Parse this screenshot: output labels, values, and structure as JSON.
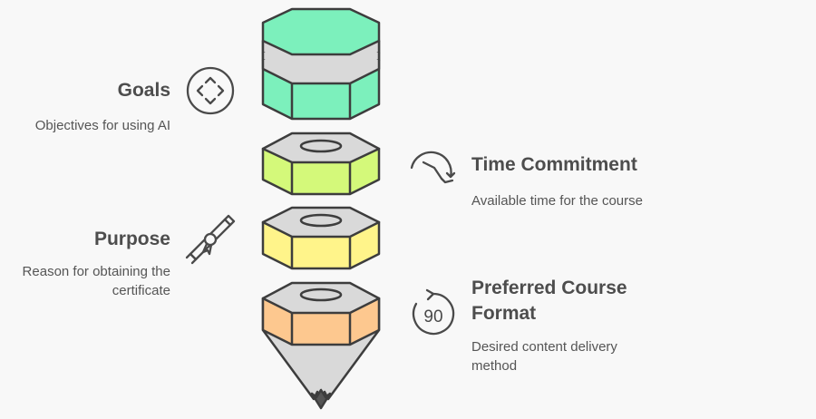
{
  "items": [
    {
      "id": "goals",
      "title": "Goals",
      "description": "Objectives for using AI",
      "icon": "target-dial-icon",
      "color": "#7cf0bc"
    },
    {
      "id": "time",
      "title": "Time Commitment",
      "description": "Available time for the course",
      "icon": "clock-arrow-icon",
      "color": "#d4f97a"
    },
    {
      "id": "purpose",
      "title": "Purpose",
      "description": "Reason for obtaining the certificate",
      "icon": "diploma-scroll-icon",
      "color": "#fff48a"
    },
    {
      "id": "format",
      "title": "Preferred Course Format",
      "description": "Desired content delivery method",
      "icon": "ninety-rotate-icon",
      "icon_text": "90",
      "color": "#fdc88f"
    }
  ]
}
